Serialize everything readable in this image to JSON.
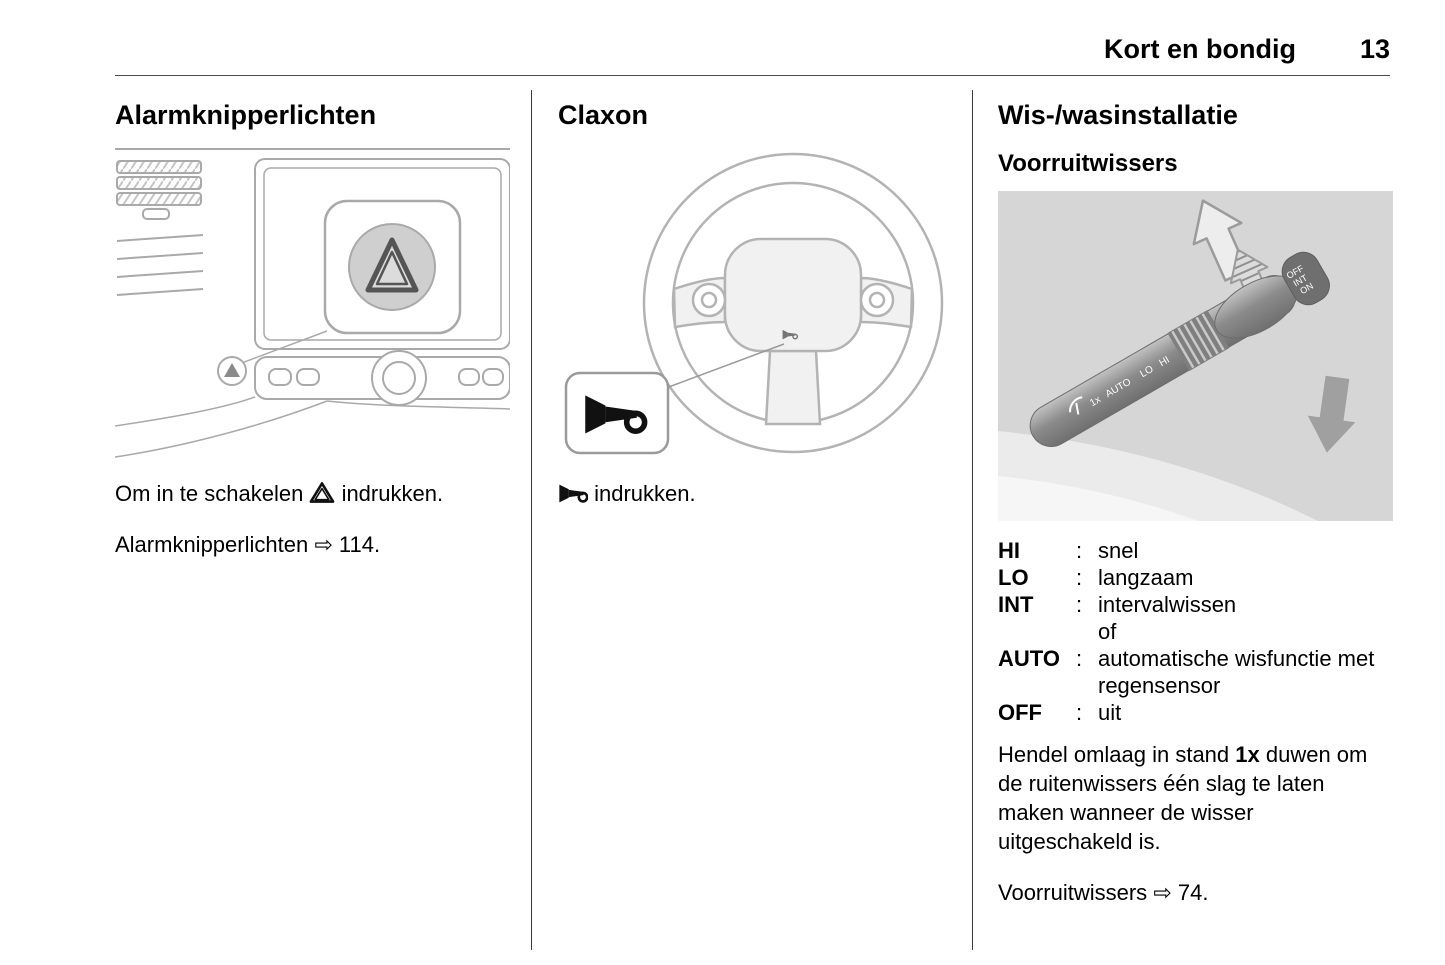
{
  "header": {
    "title": "Kort en bondig",
    "page_number": "13"
  },
  "symbols": {
    "ref_arrow": "⇨"
  },
  "hazard_section": {
    "heading": "Alarmknipperlichten",
    "instruction_pre": "Om in te schakelen",
    "instruction_post": "indrukken.",
    "reference_label": "Alarmknipperlichten",
    "reference_page": "114."
  },
  "horn_section": {
    "heading": "Claxon",
    "instruction_post": "indrukken."
  },
  "wiper_section": {
    "heading": "Wis-/wasinstallatie",
    "subheading": "Voorruitwissers",
    "table": [
      {
        "term": "HI",
        "colon": ":",
        "definition": "snel"
      },
      {
        "term": "LO",
        "colon": ":",
        "definition": "langzaam"
      },
      {
        "term": "INT",
        "colon": ":",
        "definition": "intervalwissen"
      },
      {
        "term": "",
        "colon": "",
        "definition": "of"
      },
      {
        "term": "AUTO",
        "colon": ":",
        "definition": "automatische wisfunctie met regensensor"
      },
      {
        "term": "OFF",
        "colon": ":",
        "definition": "uit"
      }
    ],
    "paragraph_pre": "Hendel omlaag in stand ",
    "paragraph_bold": "1x",
    "paragraph_post": " duwen om de ruitenwissers één slag te laten maken wanneer de wisser uitgeschakeld is.",
    "reference_label": "Voorruitwissers",
    "reference_page": "74.",
    "stalk_end_labels": [
      "OFF",
      "INT",
      "ON"
    ],
    "stalk_body_labels": [
      "1x",
      "AUTO",
      "LO",
      "HI"
    ]
  }
}
